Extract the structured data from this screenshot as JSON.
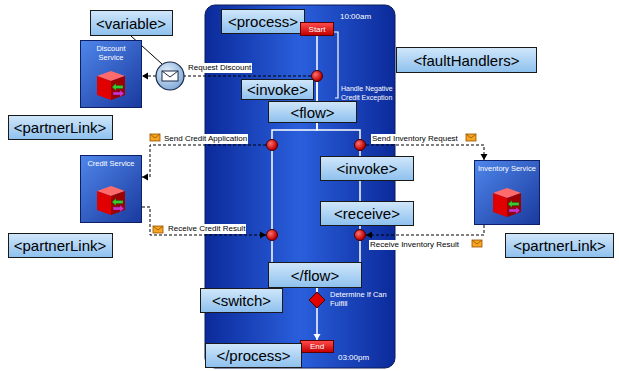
{
  "diagram": {
    "nodes": [
      {
        "text": [
          "<variable>"
        ]
      },
      {
        "text": [
          "<process>"
        ]
      },
      {
        "text": [
          "Start"
        ]
      },
      {
        "text": [
          "<faultHandlers>"
        ]
      },
      {
        "text": [
          "Discount Service"
        ]
      },
      {
        "text": [
          "Request Discount"
        ]
      },
      {
        "text": [
          "<invoke>"
        ]
      },
      {
        "text": [
          "<flow>"
        ]
      },
      {
        "text": [
          "<partnerLink>"
        ]
      },
      {
        "text": [
          "Send Credit Application"
        ]
      },
      {
        "text": [
          "Send Inventory Request"
        ]
      },
      {
        "text": [
          "Credit Service"
        ]
      },
      {
        "text": [
          "<invoke>"
        ]
      },
      {
        "text": [
          "Inventory Service"
        ]
      },
      {
        "text": [
          "<receive>"
        ]
      },
      {
        "text": [
          "<partnerLink>"
        ]
      },
      {
        "text": [
          "<partnerLink>"
        ]
      },
      {
        "text": [
          "Receive Credit Result"
        ]
      },
      {
        "text": [
          "Receive Inventory Result"
        ]
      },
      {
        "text": [
          "</flow>"
        ]
      },
      {
        "text": [
          "<switch>"
        ]
      },
      {
        "text": [
          "Determine If Can Fulfill"
        ]
      },
      {
        "text": [
          "End"
        ]
      },
      {
        "text": [
          "</process>"
        ]
      }
    ],
    "edges": [
      {
        "from": 2,
        "to": 5,
        "arrow": "none"
      },
      {
        "from": 5,
        "to": 4,
        "arrow": "to"
      },
      {
        "from": 5,
        "to": 9,
        "arrow": "none"
      },
      {
        "from": 5,
        "to": 10,
        "arrow": "none"
      },
      {
        "from": 9,
        "to": 11,
        "arrow": "to"
      },
      {
        "from": 11,
        "to": 17,
        "arrow": "to"
      },
      {
        "from": 10,
        "to": 13,
        "arrow": "to"
      },
      {
        "from": 13,
        "to": 18,
        "arrow": "to"
      },
      {
        "from": 9,
        "to": 17,
        "arrow": "none"
      },
      {
        "from": 10,
        "to": 18,
        "arrow": "none"
      },
      {
        "from": 17,
        "to": 21,
        "arrow": "none"
      },
      {
        "from": 18,
        "to": 21,
        "arrow": "none"
      },
      {
        "from": 21,
        "to": 22,
        "arrow": "to"
      }
    ],
    "labels": [
      "10:00am",
      "Handle Negative Credit Exception",
      "03:00pm"
    ]
  }
}
